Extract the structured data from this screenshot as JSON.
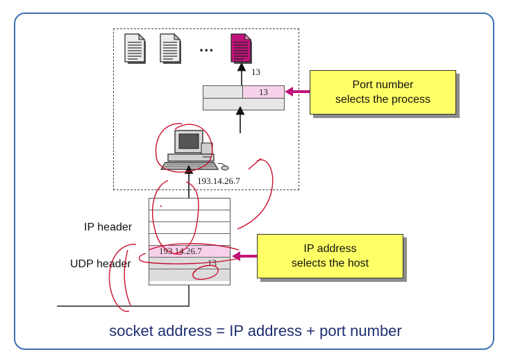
{
  "diagram": {
    "host": {
      "ellipsis": "...",
      "process_port_label": "13",
      "ip_address_label": "193.14.26.7"
    },
    "transport_table": {
      "port_cell": "13"
    },
    "packet": {
      "ip_header_label": "IP header",
      "udp_header_label": "UDP header",
      "ip_cell": "193.14.26.7",
      "port_cell": "13"
    },
    "callouts": {
      "port": [
        "Port number",
        "selects the process"
      ],
      "ip": [
        "IP address",
        "selects the host"
      ]
    },
    "footer": "socket address = IP address + port number",
    "colors": {
      "frame_border": "#3a6fb3",
      "callout_fill": "#ffff66",
      "highlight_pink": "#f7d1ea",
      "selected_doc": "#c0137a",
      "arrow_magenta": "#c0137a",
      "annotation_red": "#c8102e",
      "footer_text": "#1f2f73"
    },
    "icons": [
      "document-icon",
      "document-icon",
      "selected-document-icon",
      "computer-icon"
    ]
  }
}
